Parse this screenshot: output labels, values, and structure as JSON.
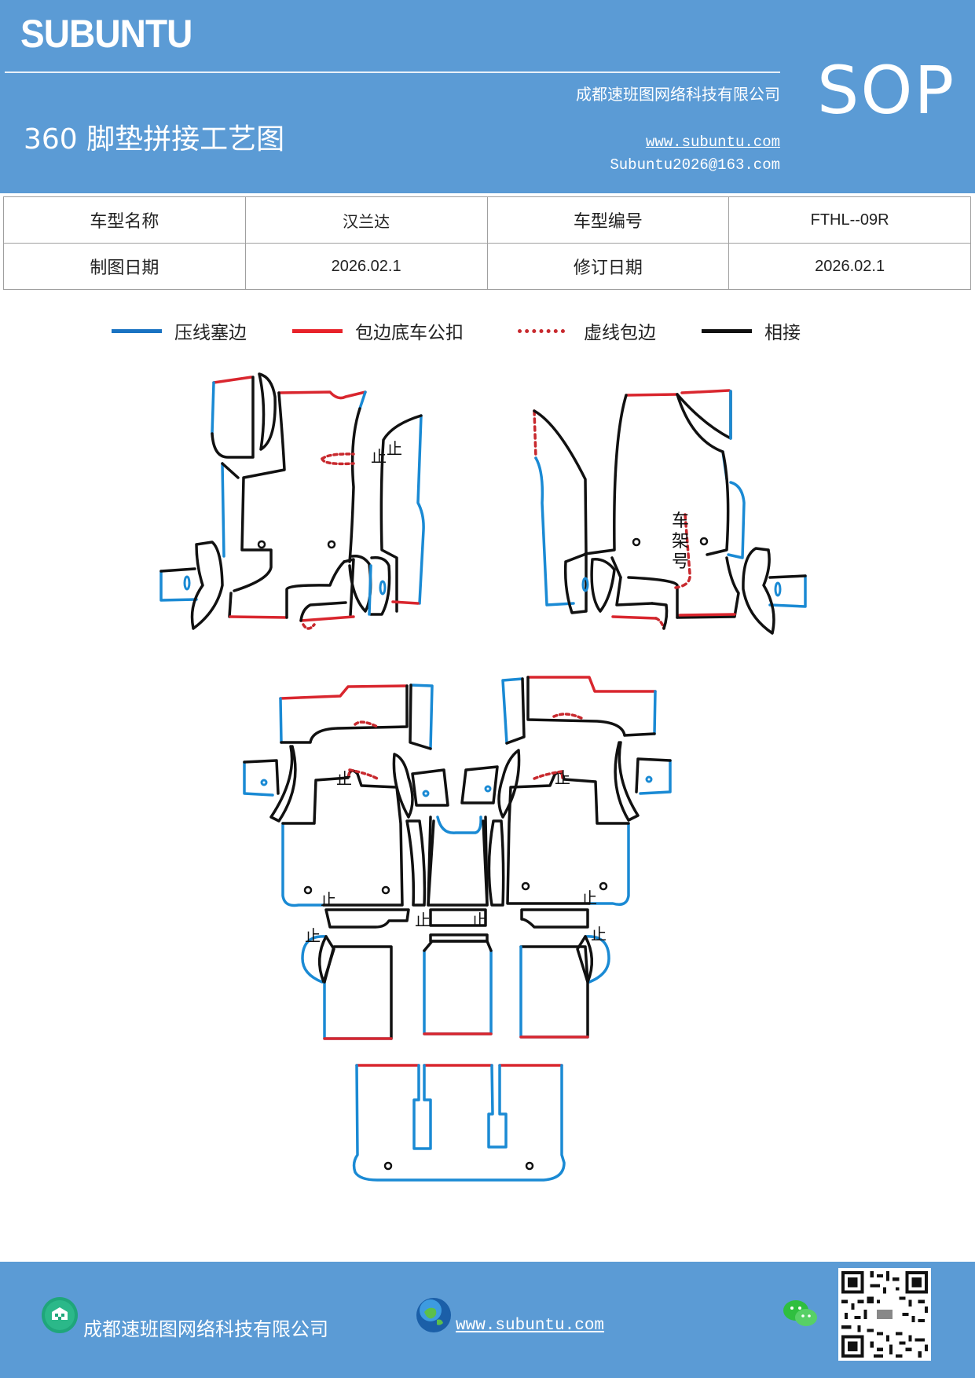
{
  "header": {
    "brand": "SUBUNTU",
    "company": "成都速班图网络科技有限公司",
    "title": "360 脚垫拼接工艺图",
    "website": "www.subuntu.com",
    "email": "Subuntu2026@163.com",
    "badge": "SOP"
  },
  "info_table": {
    "rows": [
      {
        "label1": "车型名称",
        "value1": "汉兰达",
        "label2": "车型编号",
        "value2": "FTHL--09R"
      },
      {
        "label1": "制图日期",
        "value1": "2026.02.1",
        "label2": "修订日期",
        "value2": "2026.02.1"
      }
    ]
  },
  "legend": [
    {
      "label": "压线塞边",
      "color": "#1a73c2",
      "style": "solid"
    },
    {
      "label": "包边底车公扣",
      "color": "#e8222a",
      "style": "solid"
    },
    {
      "label": "虚线包边",
      "color": "#c8292e",
      "style": "dotted"
    },
    {
      "label": "相接",
      "color": "#111111",
      "style": "solid"
    }
  ],
  "drawing": {
    "stop_mark": "止",
    "frame_label": [
      "车",
      "架",
      "号"
    ],
    "colors": {
      "blue": "#1a8ad4",
      "red": "#d9262e",
      "black": "#111111"
    }
  },
  "footer": {
    "company": "成都速班图网络科技有限公司",
    "website": "www.subuntu.com"
  }
}
